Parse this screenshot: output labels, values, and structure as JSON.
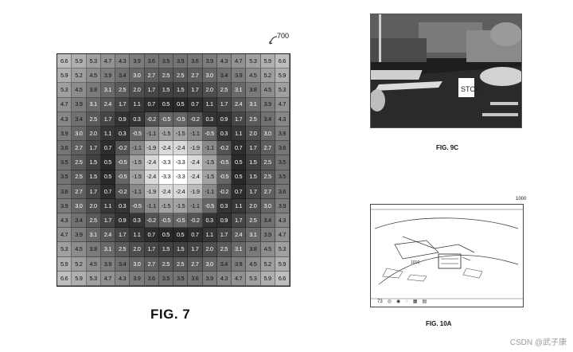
{
  "figures": {
    "fig7": {
      "label": "FIG. 7",
      "ref": "700"
    },
    "fig9c": {
      "label": "FIG. 9C"
    },
    "fig10a": {
      "label": "FIG. 10A",
      "ref": "1000",
      "inner_ref": "1010",
      "toolbar_left": "73"
    }
  },
  "grid": {
    "rows": [
      [
        "6.6",
        "5.9",
        "5.3",
        "4.7",
        "4.3",
        "3.9",
        "3.6",
        "3.5",
        "3.5",
        "3.6",
        "3.9",
        "4.3",
        "4.7",
        "5.3",
        "5.9",
        "6.6"
      ],
      [
        "5.9",
        "5.2",
        "4.5",
        "3.9",
        "3.4",
        "3.0",
        "2.7",
        "2.5",
        "2.5",
        "2.7",
        "3.0",
        "3.4",
        "3.9",
        "4.5",
        "5.2",
        "5.9"
      ],
      [
        "5.3",
        "4.5",
        "3.8",
        "3.1",
        "2.5",
        "2.0",
        "1.7",
        "1.5",
        "1.5",
        "1.7",
        "2.0",
        "2.5",
        "3.1",
        "3.8",
        "4.5",
        "5.3"
      ],
      [
        "4.7",
        "3.9",
        "3.1",
        "2.4",
        "1.7",
        "1.1",
        "0.7",
        "0.5",
        "0.5",
        "0.7",
        "1.1",
        "1.7",
        "2.4",
        "3.1",
        "3.9",
        "4.7"
      ],
      [
        "4.3",
        "3.4",
        "2.5",
        "1.7",
        "0.9",
        "0.3",
        "-0.2",
        "-0.5",
        "-0.5",
        "-0.2",
        "0.3",
        "0.9",
        "1.7",
        "2.5",
        "3.4",
        "4.3"
      ],
      [
        "3.9",
        "3.0",
        "2.0",
        "1.1",
        "0.3",
        "-0.5",
        "-1.1",
        "-1.5",
        "-1.5",
        "-1.1",
        "-0.5",
        "0.3",
        "1.1",
        "2.0",
        "3.0",
        "3.9"
      ],
      [
        "3.6",
        "2.7",
        "1.7",
        "0.7",
        "-0.2",
        "-1.1",
        "-1.9",
        "-2.4",
        "-2.4",
        "-1.9",
        "-1.1",
        "-0.2",
        "0.7",
        "1.7",
        "2.7",
        "3.6"
      ],
      [
        "3.5",
        "2.5",
        "1.5",
        "0.5",
        "-0.5",
        "-1.5",
        "-2.4",
        "-3.3",
        "-3.3",
        "-2.4",
        "-1.5",
        "-0.5",
        "0.5",
        "1.5",
        "2.5",
        "3.5"
      ],
      [
        "3.5",
        "2.5",
        "1.5",
        "0.5",
        "-0.5",
        "-1.5",
        "-2.4",
        "-3.3",
        "-3.3",
        "-2.4",
        "-1.5",
        "-0.5",
        "0.5",
        "1.5",
        "2.5",
        "3.5"
      ],
      [
        "3.6",
        "2.7",
        "1.7",
        "0.7",
        "-0.2",
        "-1.1",
        "-1.9",
        "-2.4",
        "-2.4",
        "-1.9",
        "-1.1",
        "-0.2",
        "0.7",
        "1.7",
        "2.7",
        "3.6"
      ],
      [
        "3.9",
        "3.0",
        "2.0",
        "1.1",
        "0.3",
        "-0.5",
        "-1.1",
        "-1.5",
        "-1.5",
        "-1.1",
        "-0.5",
        "0.3",
        "1.1",
        "2.0",
        "3.0",
        "3.9"
      ],
      [
        "4.3",
        "3.4",
        "2.5",
        "1.7",
        "0.9",
        "0.3",
        "-0.2",
        "-0.5",
        "-0.5",
        "-0.2",
        "0.3",
        "0.9",
        "1.7",
        "2.5",
        "3.4",
        "4.3"
      ],
      [
        "4.7",
        "3.9",
        "3.1",
        "2.4",
        "1.7",
        "1.1",
        "0.7",
        "0.5",
        "0.5",
        "0.7",
        "1.1",
        "1.7",
        "2.4",
        "3.1",
        "3.9",
        "4.7"
      ],
      [
        "5.3",
        "4.5",
        "3.8",
        "3.1",
        "2.5",
        "2.0",
        "1.7",
        "1.5",
        "1.5",
        "1.7",
        "2.0",
        "2.5",
        "3.1",
        "3.8",
        "4.5",
        "5.3"
      ],
      [
        "5.9",
        "5.2",
        "4.5",
        "3.9",
        "3.4",
        "3.0",
        "2.7",
        "2.5",
        "2.5",
        "2.7",
        "3.0",
        "3.4",
        "3.9",
        "4.5",
        "5.2",
        "5.9"
      ],
      [
        "6.6",
        "5.9",
        "5.3",
        "4.7",
        "4.3",
        "3.9",
        "3.6",
        "3.5",
        "3.5",
        "3.6",
        "3.9",
        "4.3",
        "4.7",
        "5.3",
        "5.9",
        "6.6"
      ]
    ]
  },
  "watermark": "CSDN @武子康"
}
